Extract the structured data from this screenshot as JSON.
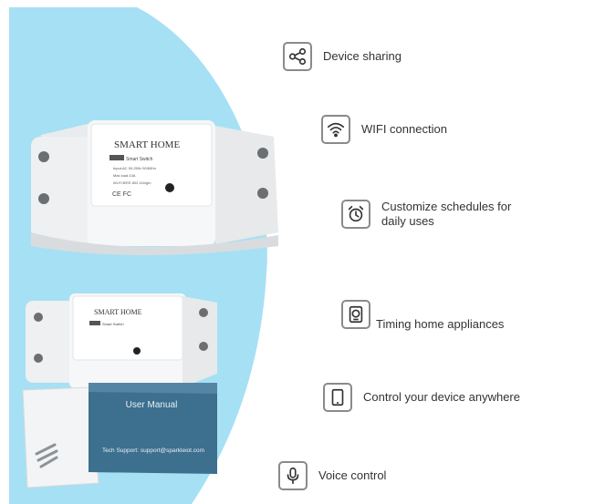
{
  "colors": {
    "backdrop": "#a6e0f4",
    "icon_border": "#8a8a8a",
    "text": "#333333"
  },
  "product": {
    "brand": "SMART HOME",
    "model_line": "Smart Switch",
    "spec_input": "Input:AC 90-250v 50/60Hz",
    "spec_max": "Max load:10A",
    "spec_wifi": "Wi-Fi:IEEE 802.11b/g/n",
    "manual_title": "User Manual",
    "manual_support": "Tech Support: support@sparkleiot.com"
  },
  "features": [
    {
      "icon": "share-icon",
      "label": "Device sharing"
    },
    {
      "icon": "wifi-icon",
      "label": "WIFI connection"
    },
    {
      "icon": "alarm-clock-icon",
      "label": "Customize schedules for daily uses"
    },
    {
      "icon": "timer-appliance-icon",
      "label": "Timing home appliances"
    },
    {
      "icon": "tablet-icon",
      "label": "Control your device anywhere"
    },
    {
      "icon": "microphone-icon",
      "label": "Voice control"
    }
  ]
}
